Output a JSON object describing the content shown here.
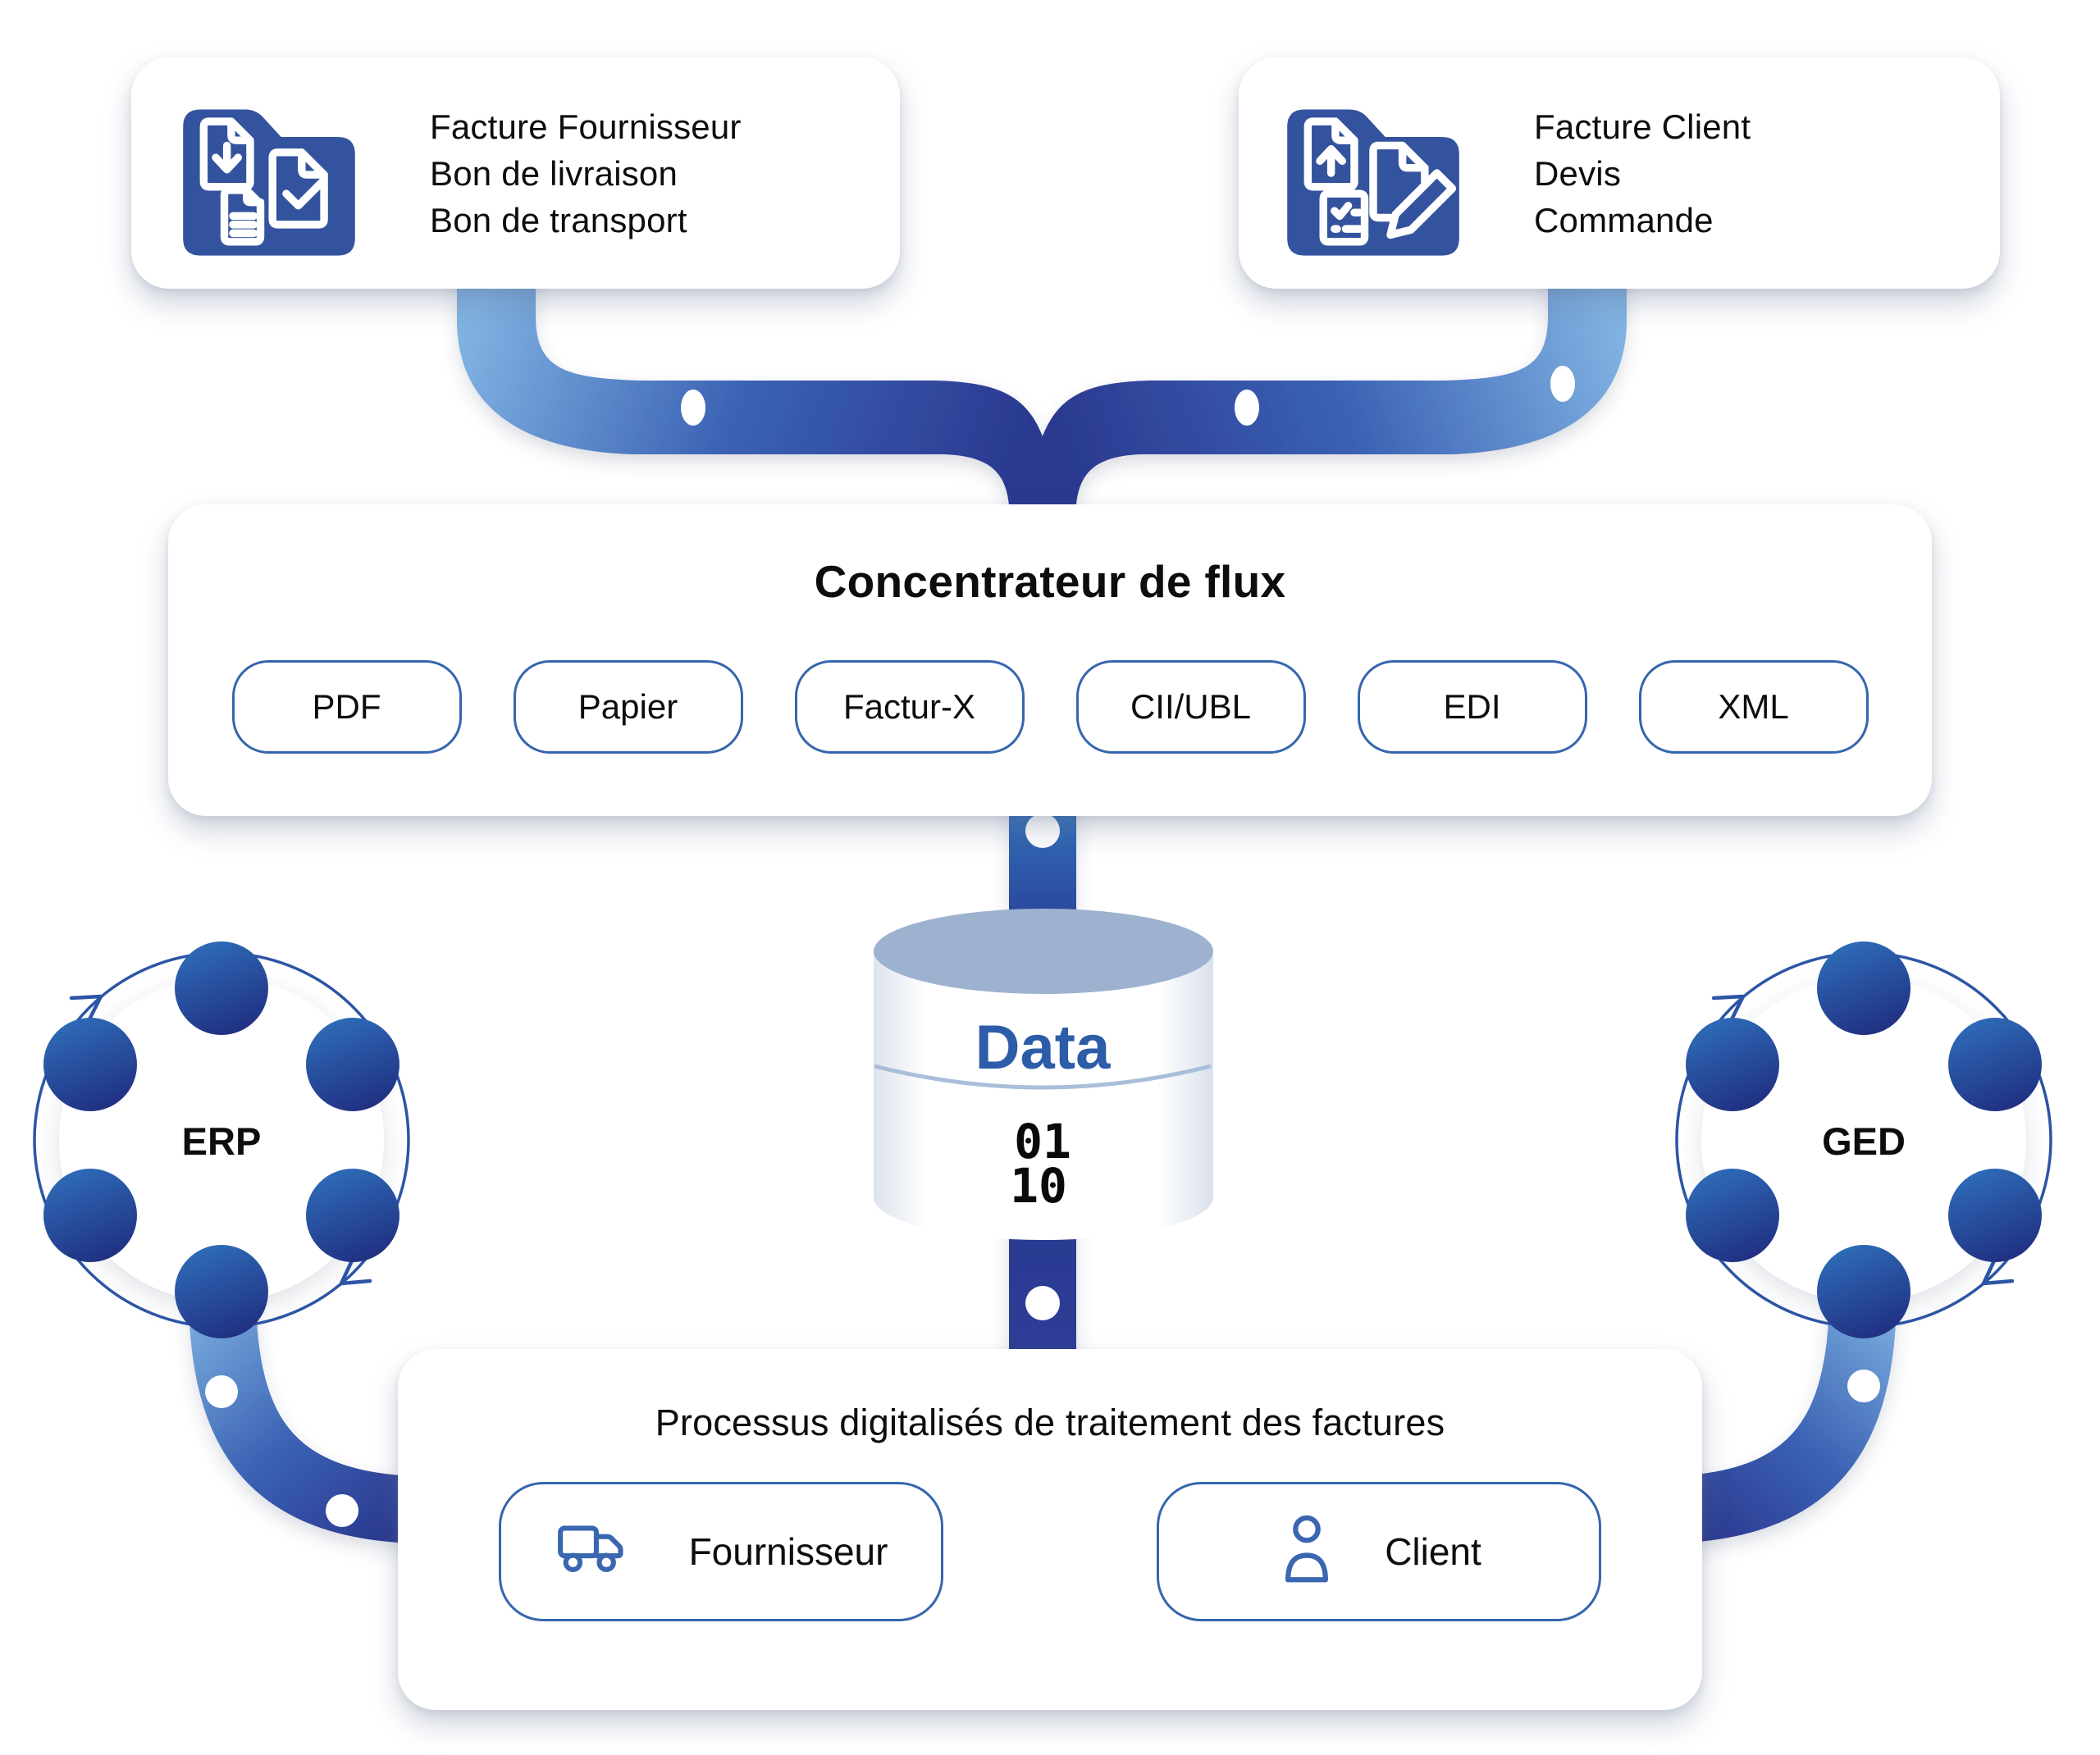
{
  "palette": {
    "navy": "#2b3990",
    "mid_blue": "#3566ad",
    "light_blue": "#7fb2e2",
    "folder_blue": "#33539e",
    "cylinder_top": "#9db2cf",
    "data_label_color": "#2d5ca8",
    "text_color": "#0d0d0d"
  },
  "cards": {
    "suppliers": {
      "icon": "folder-documents-download-icon",
      "lines": [
        "Facture Fournisseur",
        "Bon de livraison",
        "Bon de transport"
      ]
    },
    "clients": {
      "icon": "folder-documents-upload-icon",
      "lines": [
        "Facture Client",
        "Devis",
        "Commande"
      ]
    }
  },
  "concentrator": {
    "title": "Concentrateur de flux",
    "formats": [
      "PDF",
      "Papier",
      "Factur-X",
      "CII/UBL",
      "EDI",
      "XML"
    ]
  },
  "database": {
    "label": "Data",
    "binary": [
      "01",
      "10"
    ]
  },
  "systems": {
    "left": {
      "label": "ERP"
    },
    "right": {
      "label": "GED"
    }
  },
  "process": {
    "title": "Processus digitalisés de traitement des factures",
    "actors": [
      {
        "icon": "truck-icon",
        "label": "Fournisseur"
      },
      {
        "icon": "person-icon",
        "label": "Client"
      }
    ]
  }
}
